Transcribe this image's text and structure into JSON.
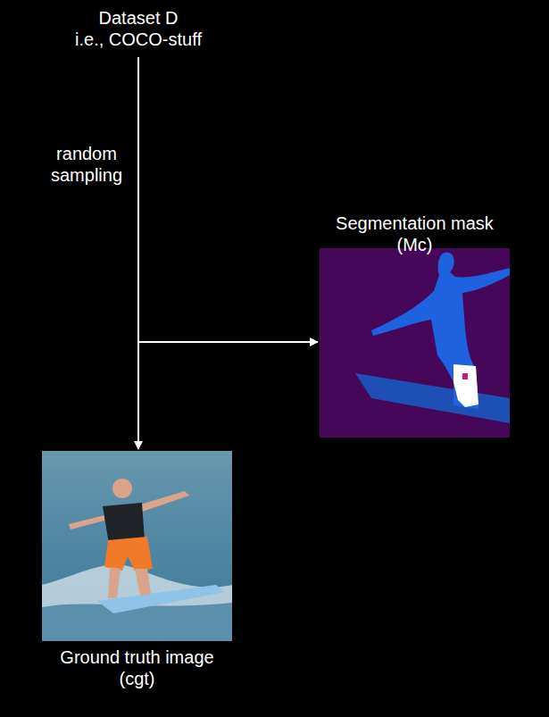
{
  "diagram": {
    "nodes": [
      {
        "text": [
          "Dataset D",
          "i.e., COCO-stuff"
        ]
      },
      {
        "text": [
          "Segmentation mask (Mc)"
        ]
      },
      {
        "text": [
          "Ground truth image (cgt)"
        ]
      }
    ],
    "edges": [
      {
        "from": 0,
        "to": 1,
        "arrow": "to"
      },
      {
        "from": 0,
        "to": 2,
        "arrow": "to"
      }
    ],
    "labels": [
      "random sampling"
    ]
  }
}
